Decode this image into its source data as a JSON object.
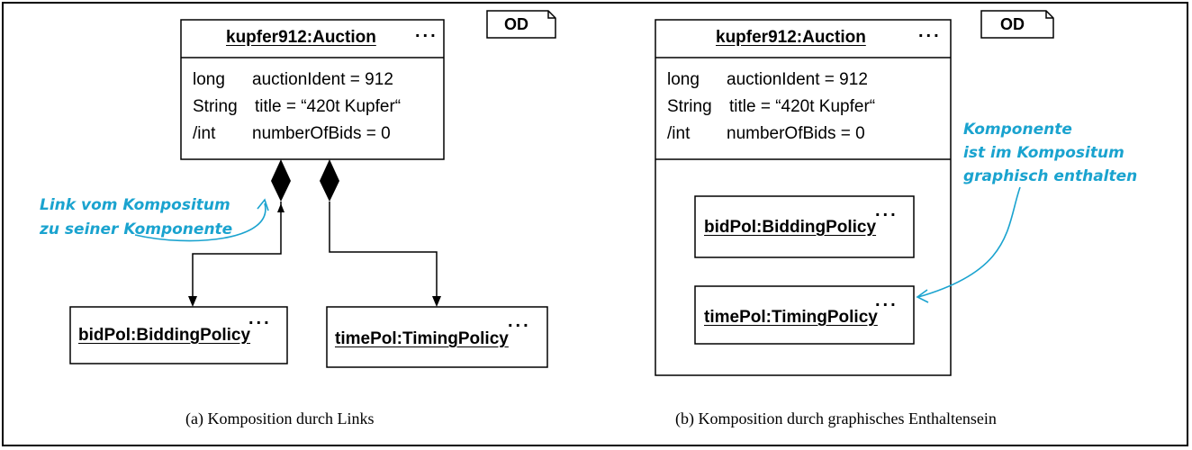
{
  "tag": "OD",
  "panel_a": {
    "auction": {
      "name": "kupfer912:Auction",
      "more": "...",
      "attributes": [
        {
          "type": "long",
          "text": "auctionIdent = 912"
        },
        {
          "type": "String",
          "text": "title = “420t Kupfer“"
        },
        {
          "type": "/int",
          "text": "numberOfBids = 0"
        }
      ]
    },
    "bidding": {
      "name": "bidPol:BiddingPolicy",
      "more": "..."
    },
    "timing": {
      "name": "timePol:TimingPolicy",
      "more": "..."
    },
    "note_lines": [
      "Link vom Kompositum",
      "zu seiner Komponente"
    ],
    "caption": "(a) Komposition durch Links"
  },
  "panel_b": {
    "auction": {
      "name": "kupfer912:Auction",
      "more": "...",
      "attributes": [
        {
          "type": "long",
          "text": "auctionIdent = 912"
        },
        {
          "type": "String",
          "text": "title = “420t Kupfer“"
        },
        {
          "type": "/int",
          "text": "numberOfBids = 0"
        }
      ]
    },
    "bidding": {
      "name": "bidPol:BiddingPolicy",
      "more": "..."
    },
    "timing": {
      "name": "timePol:TimingPolicy",
      "more": "..."
    },
    "note_lines": [
      "Komponente",
      "ist im Kompositum",
      "graphisch enthalten"
    ],
    "caption": "(b) Komposition durch graphisches Enthaltensein"
  },
  "colors": {
    "annotation": "#1aa3cf",
    "line": "#000000"
  }
}
